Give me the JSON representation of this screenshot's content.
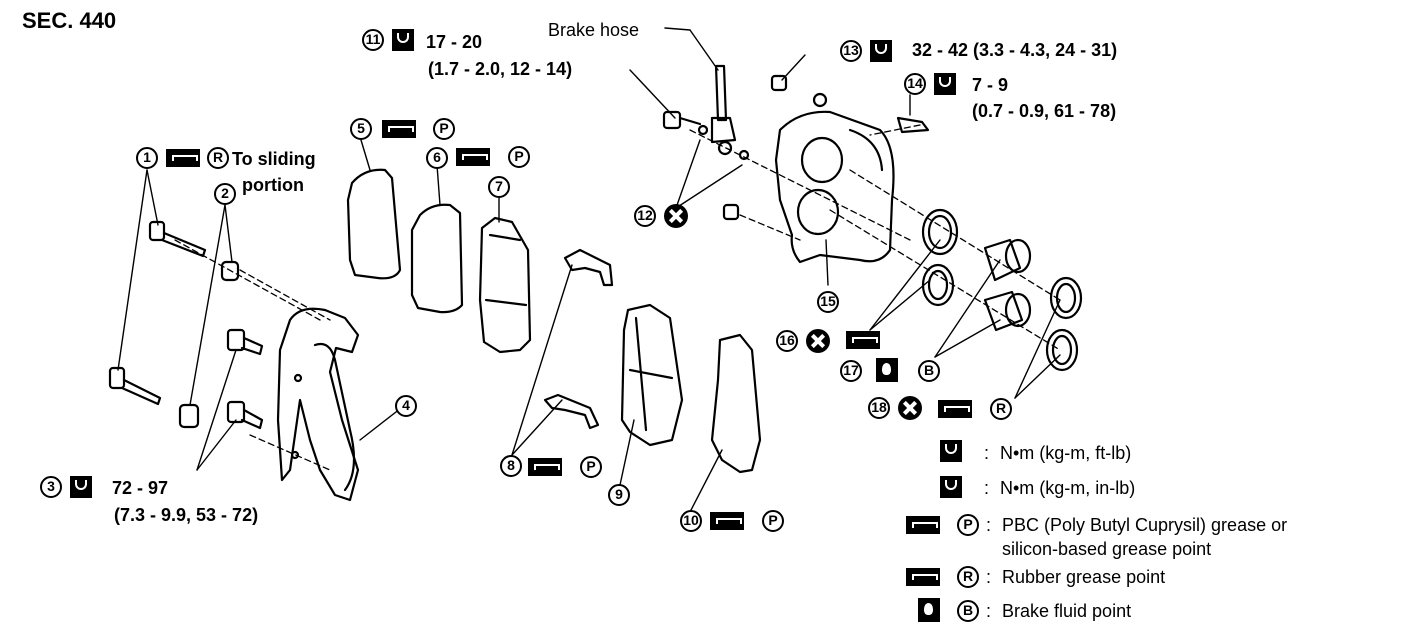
{
  "section": "SEC. 440",
  "text": {
    "brake_hose": "Brake hose",
    "to_sliding_1": "To sliding",
    "to_sliding_2": "portion",
    "t11a": "17 - 20",
    "t11b": "(1.7 - 2.0, 12 - 14)",
    "t13": "32 - 42 (3.3 - 4.3, 24 - 31)",
    "t14a": "7 - 9",
    "t14b": "(0.7 - 0.9, 61 - 78)",
    "t3a": "72 - 97",
    "t3b": "(7.3 - 9.9, 53 - 72)"
  },
  "callouts": [
    "1",
    "2",
    "3",
    "4",
    "5",
    "6",
    "7",
    "8",
    "9",
    "10",
    "11",
    "12",
    "13",
    "14",
    "15",
    "16",
    "17",
    "18"
  ],
  "symbols": {
    "R": "R",
    "P": "P",
    "B": "B"
  },
  "legend": {
    "sep": ":",
    "nm_ft": "N•m (kg-m, ft-lb)",
    "nm_in": "N•m (kg-m, in-lb)",
    "pbc_1": "PBC (Poly Butyl Cuprysil) grease or",
    "pbc_2": "silicon-based grease point",
    "rubber": "Rubber grease point",
    "fluid": "Brake fluid point"
  },
  "icons": [
    "wrench-icon",
    "wrench-in-lb-icon",
    "grease-icon",
    "rubber-grease-icon",
    "brake-fluid-icon",
    "replace-x-icon"
  ]
}
